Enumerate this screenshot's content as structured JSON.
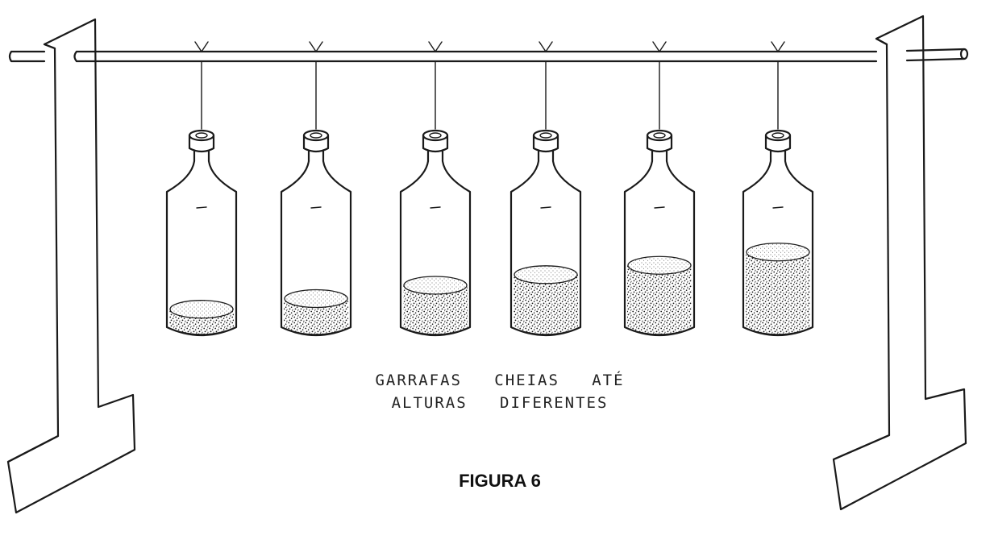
{
  "caption": {
    "line1": "GARRAFAS   CHEIAS   ATÉ",
    "line2": "ALTURAS   DIFERENTES"
  },
  "figure_label": "FIGURA 6",
  "bottles": [
    {
      "position": 1,
      "fill_level": 0.22
    },
    {
      "position": 2,
      "fill_level": 0.3
    },
    {
      "position": 3,
      "fill_level": 0.4
    },
    {
      "position": 4,
      "fill_level": 0.48
    },
    {
      "position": 5,
      "fill_level": 0.55
    },
    {
      "position": 6,
      "fill_level": 0.65
    }
  ],
  "colors": {
    "ink": "#1a1a1a",
    "paper": "#ffffff"
  }
}
